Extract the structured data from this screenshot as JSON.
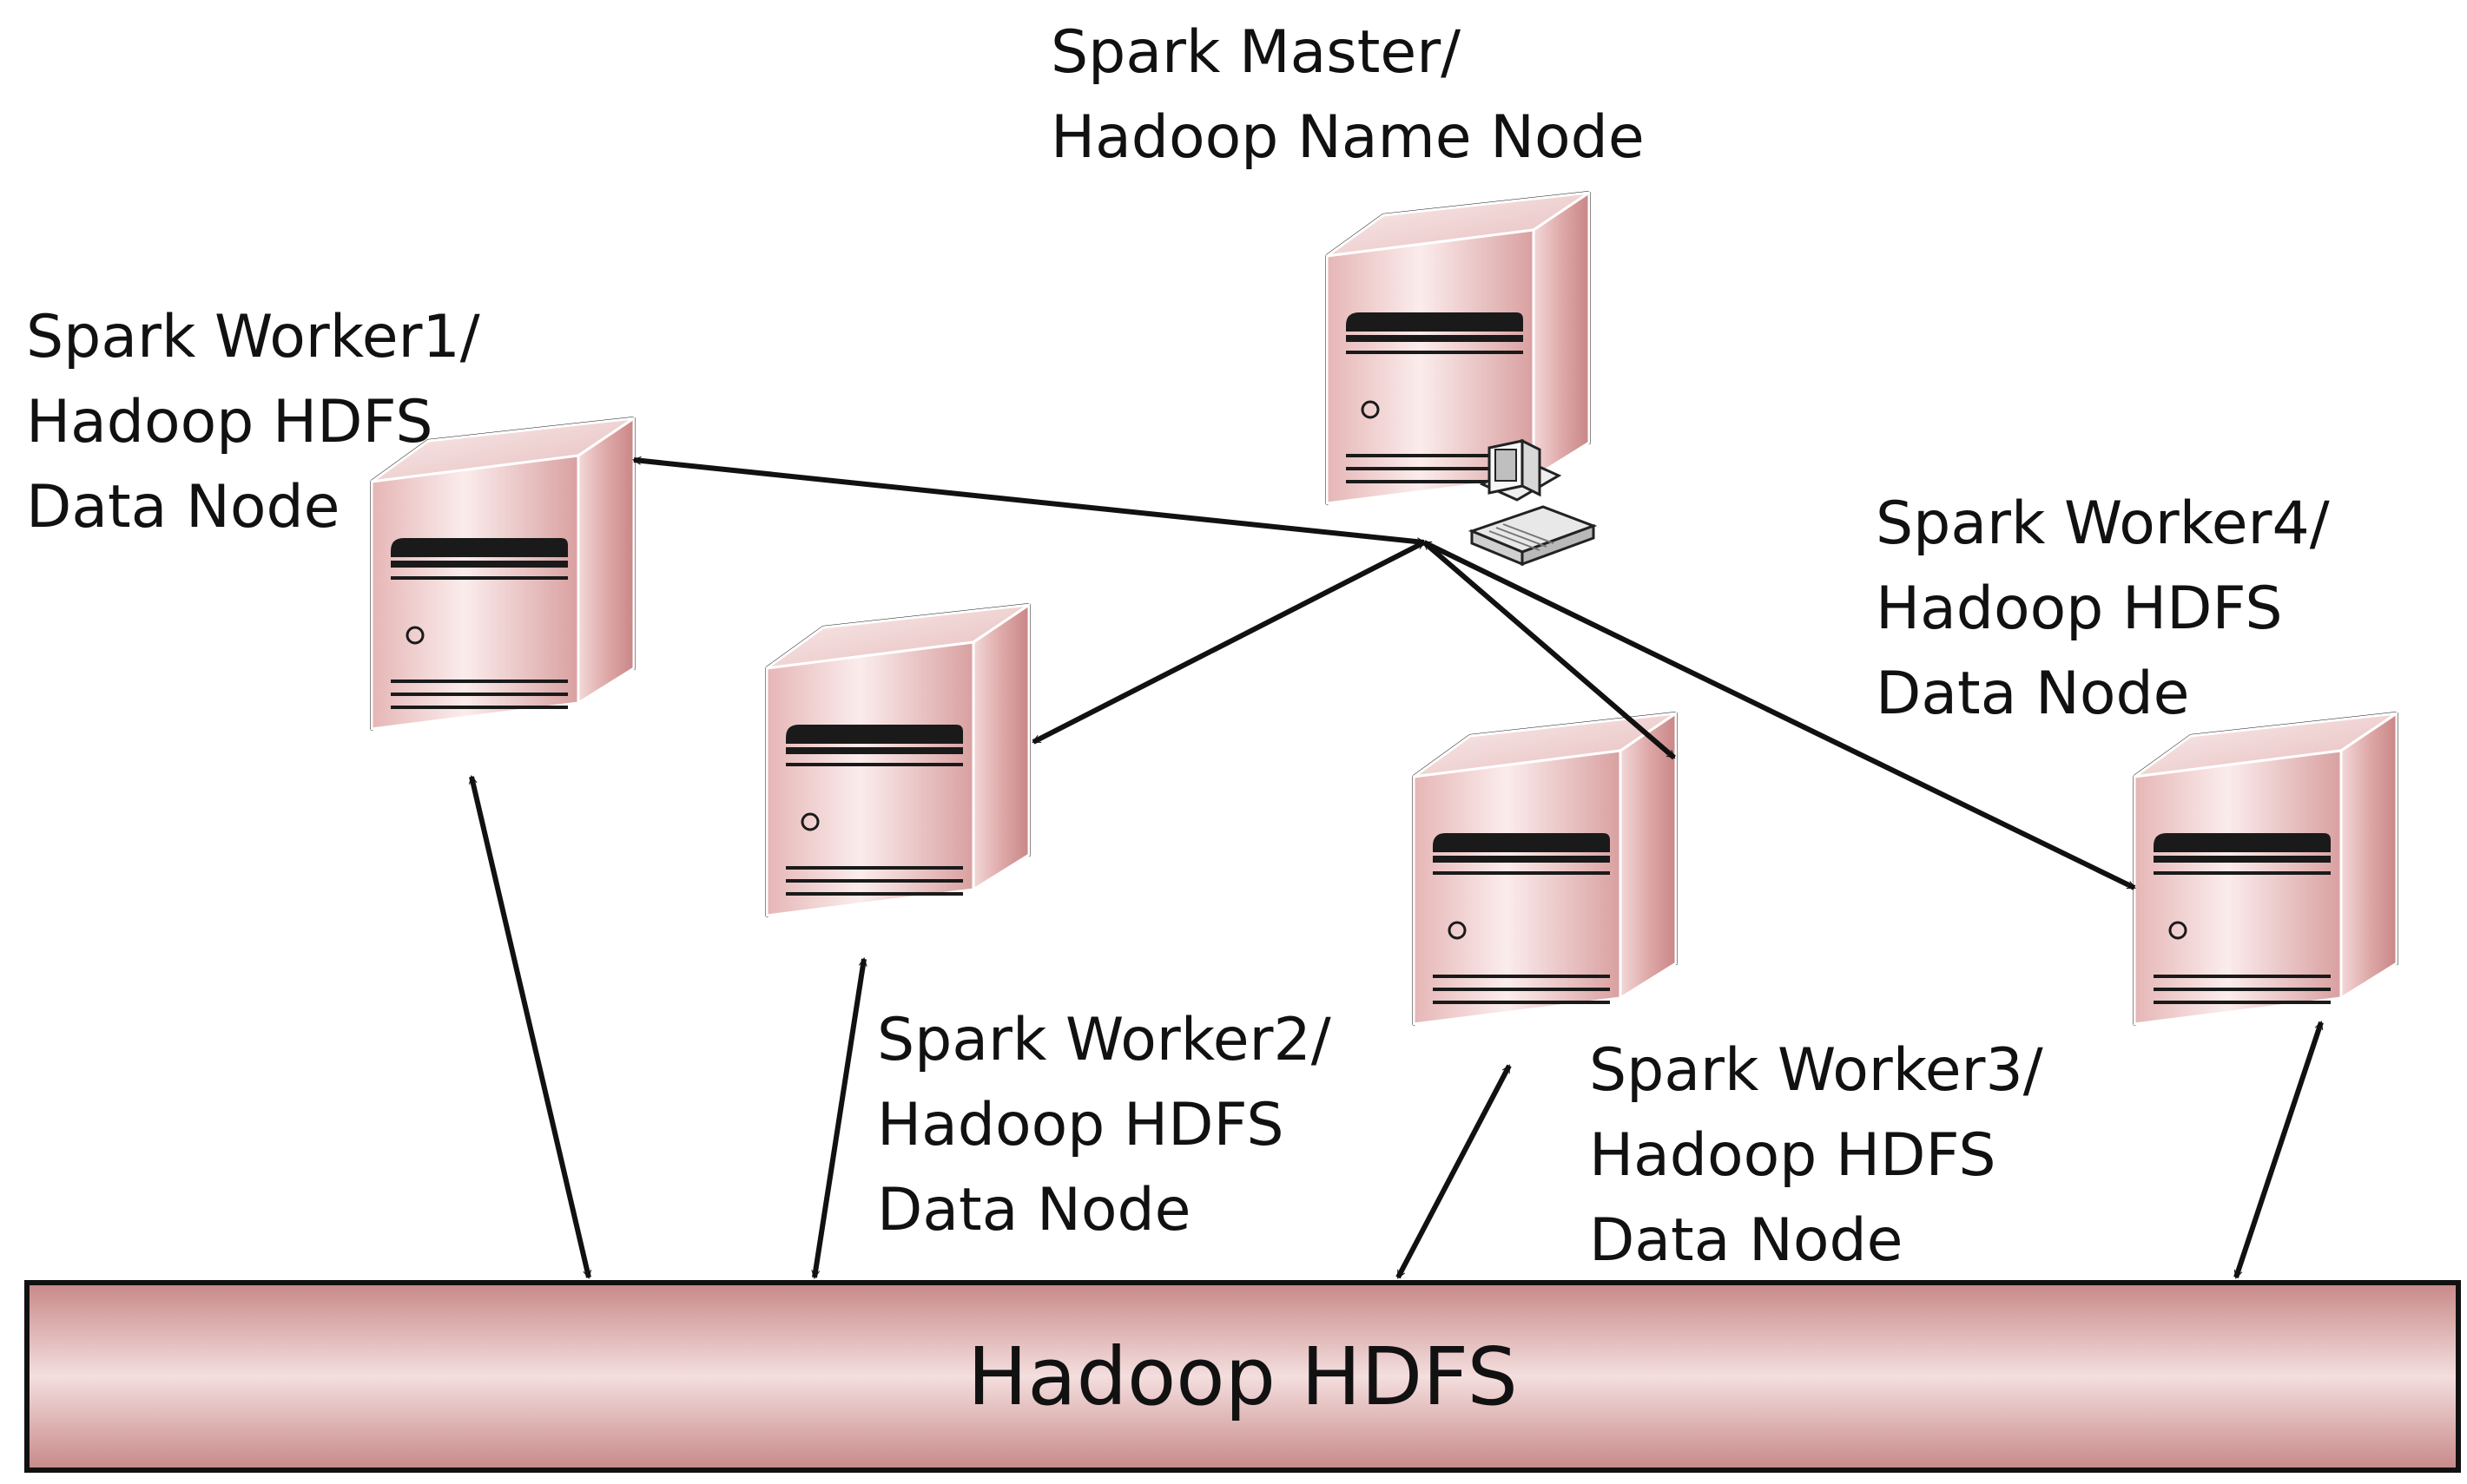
{
  "nodes": {
    "master": {
      "line1": "Spark Master/",
      "line2": "Hadoop Name Node"
    },
    "worker1": {
      "line1": "Spark Worker1/",
      "line2": "Hadoop HDFS",
      "line3": "Data Node"
    },
    "worker2": {
      "line1": "Spark Worker2/",
      "line2": "Hadoop HDFS",
      "line3": "Data Node"
    },
    "worker3": {
      "line1": "Spark Worker3/",
      "line2": "Hadoop HDFS",
      "line3": "Data Node"
    },
    "worker4": {
      "line1": "Spark Worker4/",
      "line2": "Hadoop HDFS",
      "line3": "Data Node"
    }
  },
  "storage": {
    "title": "Hadoop HDFS"
  },
  "icons": {
    "server": "server-tower-icon",
    "terminal": "desktop-computer-icon"
  },
  "colors": {
    "server_face_light": "#f6e2e2",
    "server_face_mid": "#e2b1b1",
    "server_face_dark": "#c88c8c",
    "outline": "#111111"
  }
}
